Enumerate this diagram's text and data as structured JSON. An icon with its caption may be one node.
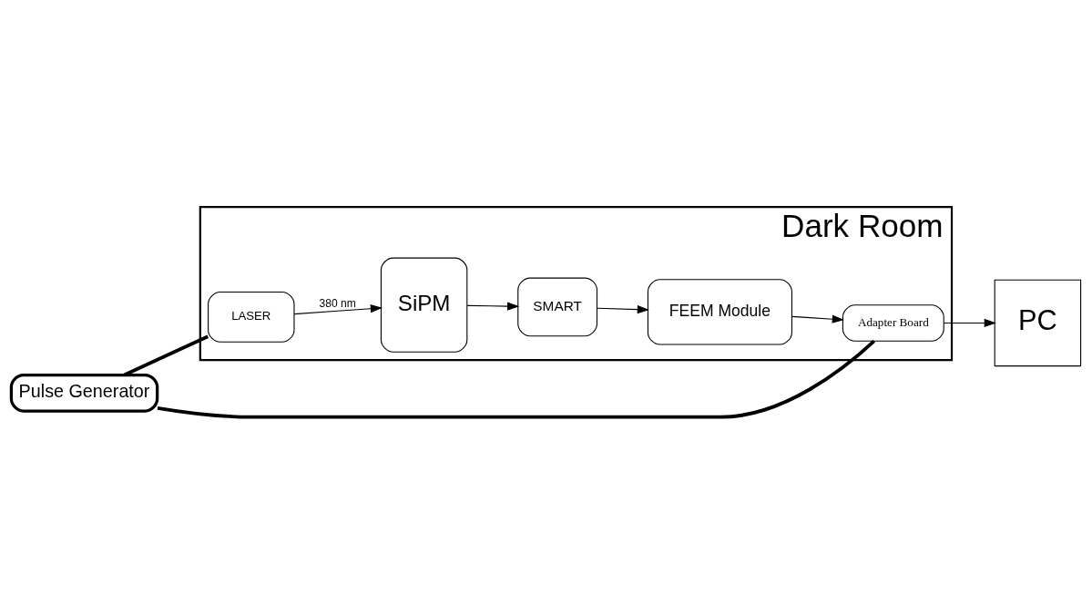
{
  "diagram": {
    "nodes": [
      {
        "text": [
          "PC"
        ]
      },
      {
        "text": [
          "Dark Room"
        ]
      },
      {
        "text": [
          "Adapter Board"
        ],
        "in": 1
      },
      {
        "text": [
          "FEEM Module"
        ],
        "in": 1
      },
      {
        "text": [
          "Pulse Generator"
        ]
      },
      {
        "text": [
          "LASER"
        ],
        "in": 1
      },
      {
        "text": [
          "SiPM"
        ],
        "in": 1
      },
      {
        "text": [
          "SMART"
        ],
        "in": 1
      }
    ],
    "edges": [
      {
        "from": 2,
        "to": 0,
        "arrow": "to"
      },
      {
        "from": 3,
        "to": 2,
        "arrow": "to"
      },
      {
        "from": 4,
        "to": 2,
        "arrow": "none",
        "style": "thick"
      },
      {
        "from": 4,
        "to": 5,
        "arrow": "none",
        "style": "thick"
      },
      {
        "from": 5,
        "to": 6,
        "arrow": "to",
        "label": "380 nm"
      },
      {
        "from": 6,
        "to": 7,
        "arrow": "to"
      },
      {
        "from": 7,
        "to": 3,
        "arrow": "to"
      }
    ]
  }
}
